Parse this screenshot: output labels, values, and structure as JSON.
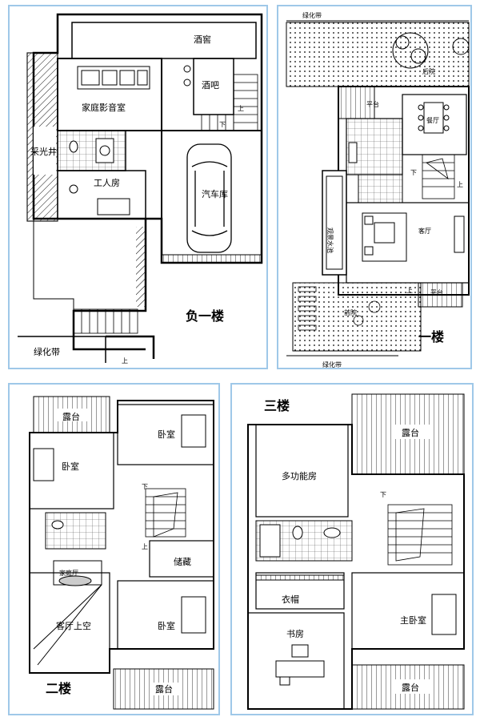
{
  "floors": {
    "basement": {
      "title": "负一楼",
      "rooms": {
        "wine_cellar": "酒窖",
        "bar": "酒吧",
        "home_theater": "家庭影音室",
        "lightwell": "采光井",
        "worker_room": "工人房",
        "garage": "汽车库",
        "greenbelt": "绿化带",
        "up1": "上",
        "down1": "下",
        "up2": "上"
      }
    },
    "first": {
      "title": "一楼",
      "rooms": {
        "greenbelt_top": "绿化带",
        "backyard": "后院",
        "platform1": "平台",
        "dining": "餐厅",
        "living": "客厅",
        "landscape_pool": "观景水池",
        "front_yard": "前院",
        "platform2": "平台",
        "greenbelt_bottom": "绿化带",
        "down": "下",
        "up1": "上",
        "up2": "上"
      }
    },
    "second": {
      "title": "二楼",
      "rooms": {
        "terrace_top": "露台",
        "bedroom_left": "卧室",
        "bedroom_right": "卧室",
        "family_room": "家庭厅",
        "storage": "储藏",
        "living_void": "客厅上空",
        "bedroom_bottom": "卧室",
        "terrace_bottom": "露台",
        "down": "下",
        "up": "上"
      }
    },
    "third": {
      "title": "三楼",
      "rooms": {
        "terrace_top": "露台",
        "multi_function": "多功能房",
        "cloakroom": "衣帽",
        "master_bedroom": "主卧室",
        "study": "书房",
        "terrace_bottom": "露台",
        "down": "下"
      }
    }
  }
}
